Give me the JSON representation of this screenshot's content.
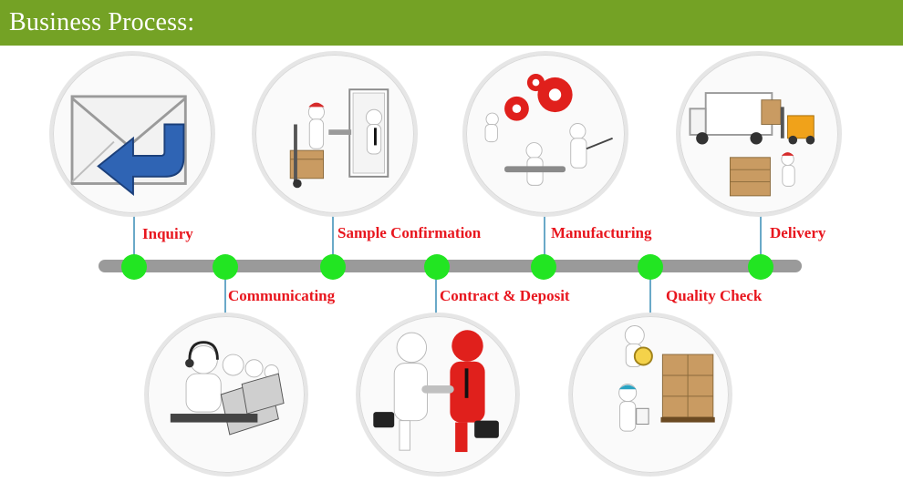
{
  "header": {
    "title": "Business Process:"
  },
  "colors": {
    "header_bg": "#74a225",
    "label": "#e8161e",
    "dot": "#22e522",
    "timeline": "#9a9a9a",
    "stem": "#6aa9c8"
  },
  "steps": [
    {
      "label": "Inquiry",
      "icon": "envelope-reply-icon"
    },
    {
      "label": "Communicating",
      "icon": "call-center-icon"
    },
    {
      "label": "Sample Confirmation",
      "icon": "delivery-at-door-icon"
    },
    {
      "label": "Contract & Deposit",
      "icon": "handshake-icon"
    },
    {
      "label": "Manufacturing",
      "icon": "gears-workers-icon"
    },
    {
      "label": "Quality Check",
      "icon": "inspection-icon"
    },
    {
      "label": "Delivery",
      "icon": "truck-forklift-icon"
    }
  ]
}
